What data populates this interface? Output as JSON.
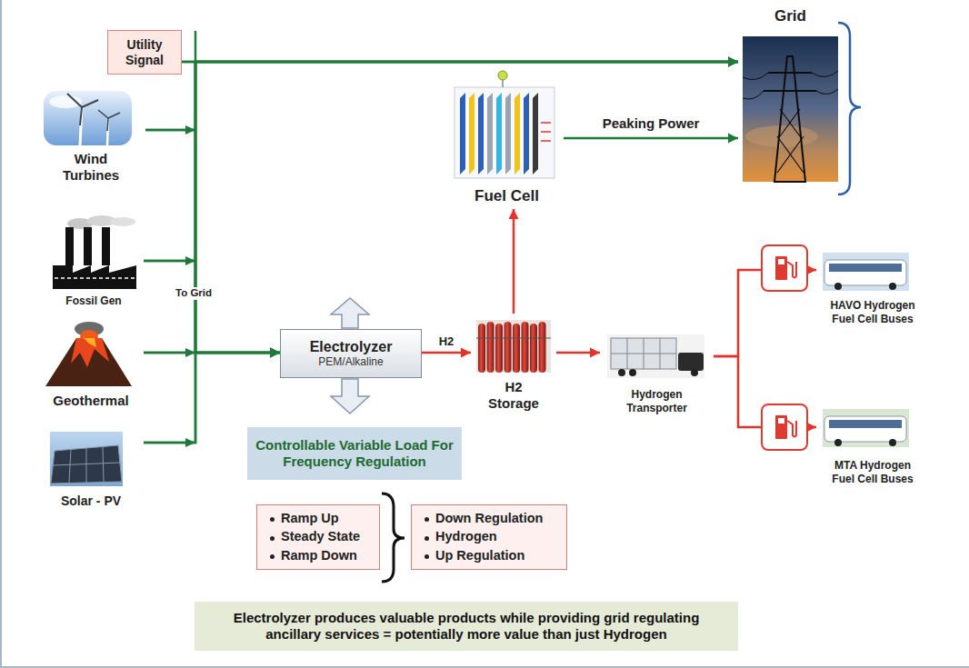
{
  "diagram": {
    "nodes": [
      {
        "text": [
          "Utility Signal"
        ]
      },
      {
        "text": [
          "Grid"
        ]
      },
      {
        "text": [
          "Wind Turbines"
        ]
      },
      {
        "text": [
          "Fuel Cell"
        ]
      },
      {
        "text": [
          "Fossil Gen"
        ]
      },
      {
        "text": [
          "Electrolyzer",
          "PEM/Alkaline"
        ]
      },
      {
        "text": [
          "H2 Storage"
        ]
      },
      {
        "text": [
          "Hydrogen Transporter"
        ]
      },
      {
        "text": [
          "HAVO Hydrogen Fuel Cell Buses"
        ]
      },
      {
        "text": [
          "Geothermal"
        ]
      },
      {
        "text": [
          "MTA Hydrogen Fuel Cell Buses"
        ]
      },
      {
        "text": [
          "Solar - PV"
        ]
      },
      {
        "text": [
          "Controllable Variable Load For Frequency Regulation"
        ]
      },
      {
        "text": [
          "Ramp Up",
          "Steady State",
          "Ramp Down"
        ]
      },
      {
        "text": [
          "Down Regulation",
          "Hydrogen",
          "Up Regulation"
        ]
      },
      {
        "text": [
          "Electrolyzer produces valuable products while providing grid regulating ancillary services = potentially more value than just Hydrogen"
        ]
      }
    ],
    "edges": [
      {
        "from": 0,
        "to": 1,
        "arrow": "to"
      },
      {
        "from": 0,
        "to": 5,
        "arrow": "to"
      },
      {
        "from": 2,
        "to": 1,
        "arrow": "to"
      },
      {
        "from": 2,
        "to": 5,
        "arrow": "to"
      },
      {
        "from": 4,
        "to": 1,
        "arrow": "to"
      },
      {
        "from": 4,
        "to": 5,
        "arrow": "to"
      },
      {
        "from": 9,
        "to": 1,
        "arrow": "to"
      },
      {
        "from": 9,
        "to": 5,
        "arrow": "to"
      },
      {
        "from": 11,
        "to": 1,
        "arrow": "to"
      },
      {
        "from": 11,
        "to": 5,
        "arrow": "to"
      },
      {
        "from": 3,
        "to": 1,
        "label": "Peaking Power",
        "arrow": "to"
      },
      {
        "from": 5,
        "to": 6,
        "label": "H2",
        "arrow": "to"
      },
      {
        "from": 6,
        "to": 3,
        "arrow": "to"
      },
      {
        "from": 6,
        "to": 7,
        "arrow": "to"
      },
      {
        "from": 7,
        "to": 8,
        "arrow": "to"
      },
      {
        "from": 7,
        "to": 10,
        "arrow": "to"
      }
    ],
    "labels": [
      "To Grid"
    ]
  }
}
